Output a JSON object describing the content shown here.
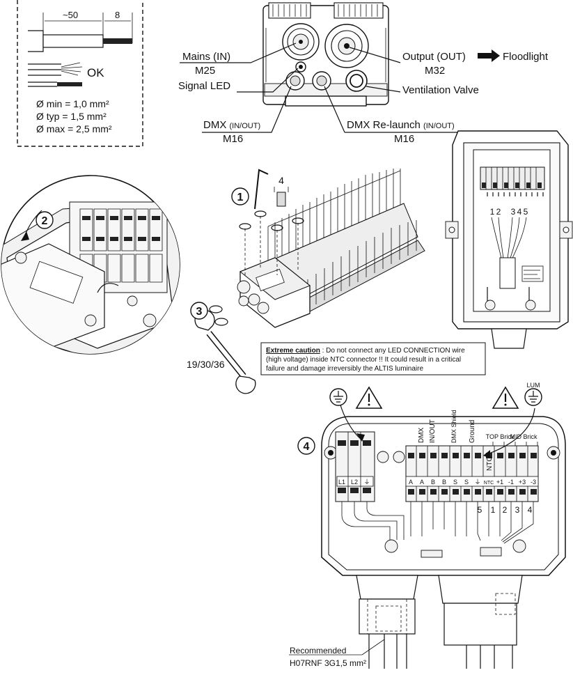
{
  "wire_spec": {
    "strip_length": "~50",
    "strip_end": "8",
    "ok_label": "OK",
    "min": "Ø min =  1,0 mm²",
    "typ": "Ø typ =  1,5 mm²",
    "max": "Ø max =  2,5 mm²"
  },
  "top_view": {
    "mains_label": "Mains (IN)",
    "mains_size": "M25",
    "signal_led": "Signal LED",
    "output_label": "Output (OUT)",
    "output_size": "M32",
    "floodlight": "Floodlight",
    "ventilation": "Ventilation Valve",
    "dmx_label": "DMX",
    "dmx_suffix": "(IN/OUT)",
    "dmx_size": "M16",
    "relaunch_label": "DMX Re-launch",
    "relaunch_suffix": "(IN/OUT)",
    "relaunch_size": "M16"
  },
  "steps": {
    "one": "1",
    "two": "2",
    "three": "3",
    "four": "4",
    "hex_size": "4",
    "wrench_sizes": "19/30/36"
  },
  "right_unit": {
    "pin_labels": [
      "1",
      "2",
      "3",
      "4",
      "5"
    ]
  },
  "caution": {
    "title": "Extreme caution",
    "line1": " : Do not connect any LED CONNECTION wire",
    "line2": "(high voltage) inside NTC connector !! It could result in a critical",
    "line3": "failure and damage irreversibly the ALTIS luminaire"
  },
  "terminal_block": {
    "lum_label": "LUM",
    "col_headers": [
      "DMX",
      "IN/OUT",
      "DMX Shield",
      "Ground",
      "NTC",
      "TOP Brick",
      "MID Brick"
    ],
    "mains_terminals": [
      "L1",
      "L2",
      "⏚"
    ],
    "terminals": [
      "A",
      "A",
      "B",
      "B",
      "S",
      "S",
      "⏚",
      "NTC",
      "+1",
      "-1",
      "+3",
      "-3"
    ],
    "wire_numbers": [
      "5",
      "1",
      "2",
      "3",
      "4"
    ],
    "recommended": "Recommended",
    "cable_spec": "H07RNF 3G1,5 mm²"
  },
  "colors": {
    "ink": "#111111",
    "caution_border": "#111111"
  }
}
